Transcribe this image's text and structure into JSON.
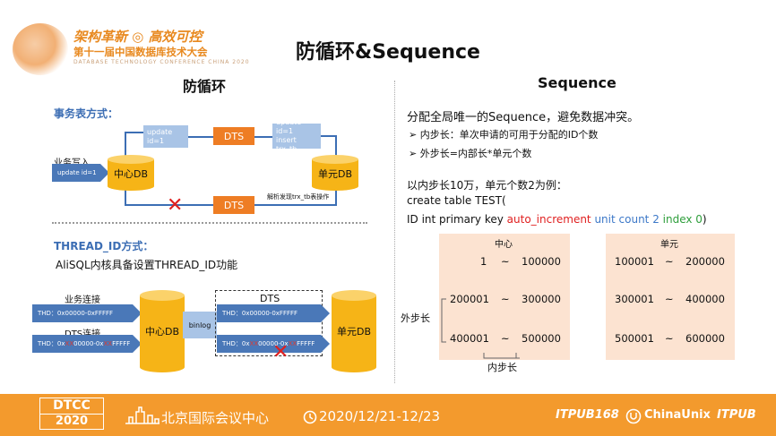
{
  "header": {
    "logo_line1": "架构革新 ◎ 高效可控",
    "logo_line2": "第十一届中国数据库技术大会",
    "logo_line3": "DATABASE TECHNOLOGY CONFERENCE CHINA 2020",
    "title": "防循环&Sequence",
    "left_subtitle": "防循环",
    "right_subtitle": "Sequence"
  },
  "left": {
    "section1_label": "事务表方式：",
    "business_write": "业务写入",
    "update_id_1": "update id=1",
    "update_id_1_top": "update id=1",
    "dts": "DTS",
    "dts_bottom": "DTS",
    "update_trx_line1": "update id=1",
    "update_trx_line2": "insert  trx_tb",
    "center_db": "中心DB",
    "unit_db": "单元DB",
    "parse_note": "解析发现trx_tb表操作",
    "section2_label": "THREAD_ID方式：",
    "section2_desc": "AliSQL内核具备设置THREAD_ID功能",
    "business_conn": "业务连接",
    "dts_conn": "DTS连接",
    "thd_1": "THD：0x00000-0xFFFFF",
    "thd_2_pre": "THD：0x",
    "thd_2_hl1": "XX",
    "thd_2_mid": "00000-0x",
    "thd_2_hl2": "XX",
    "thd_2_post": "FFFFF",
    "binlog": "binlog",
    "dts_box_label": "DTS",
    "thd_3": "THD：0x00000-0xFFFFF",
    "thd_4_pre": "THD：0x",
    "thd_4_hl1": "XX",
    "thd_4_mid": "00000-0x",
    "thd_4_hl2": "XX",
    "thd_4_post": "FFFFF",
    "center_db_2": "中心DB",
    "unit_db_2": "单元DB"
  },
  "right": {
    "headline": "分配全局唯一的Sequence，避免数据冲突。",
    "bullet1": "➢  内步长：单次申请的可用于分配的ID个数",
    "bullet2": "➢  外步长=内部长*单元个数",
    "example": "以内步长10万，单元个数2为例：",
    "code1": "create table TEST(",
    "code2_a": "ID int primary key ",
    "code2_b": "auto_increment",
    "code2_c": " unit count 2",
    "code2_d": " index 0",
    "code2_e": ")",
    "center_header": "中心",
    "unit_header": "单元",
    "center_rows": [
      {
        "start": "1",
        "sep": "~",
        "end": "100000"
      },
      {
        "start": "200001",
        "sep": "~",
        "end": "300000"
      },
      {
        "start": "400001",
        "sep": "~",
        "end": "500000"
      }
    ],
    "unit_rows": [
      {
        "start": "100001",
        "sep": "~",
        "end": "200000"
      },
      {
        "start": "300001",
        "sep": "~",
        "end": "400000"
      },
      {
        "start": "500001",
        "sep": "~",
        "end": "600000"
      }
    ],
    "outer_step": "外步长",
    "inner_step": "内步长"
  },
  "footer": {
    "dtcc_top": "DTCC",
    "dtcc_year": "2020",
    "location": "北京国际会议中心",
    "date": "2020/12/21-12/23",
    "logo_itpub168": "ITPUB168",
    "logo_chinaunix": "ChinaUnix",
    "logo_itpub": "ITPUB"
  }
}
